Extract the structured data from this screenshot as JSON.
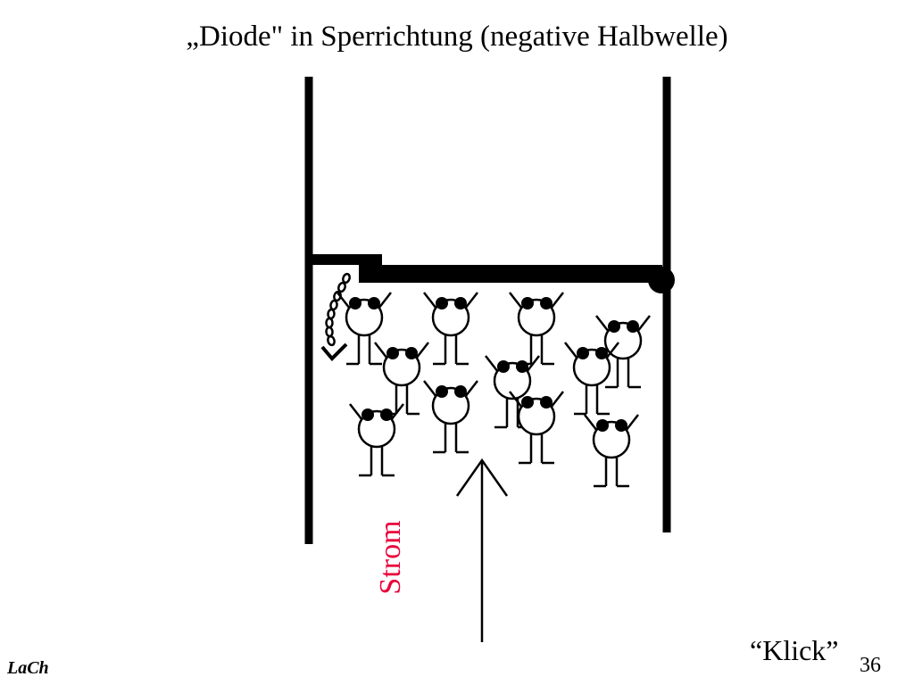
{
  "slide": {
    "title": "„Diode\" in Sperrichtung (negative Halbwelle)",
    "current_label": "Strom",
    "click_label": "“Klick”",
    "page_number": "36",
    "logo_text": "LaCh"
  },
  "colors": {
    "ink": "#000000",
    "current_label": "#e8003a",
    "background": "#ffffff"
  },
  "icons": [
    "electron-figure-icon",
    "arrow-up-icon",
    "chain-icon",
    "hinge-icon"
  ]
}
